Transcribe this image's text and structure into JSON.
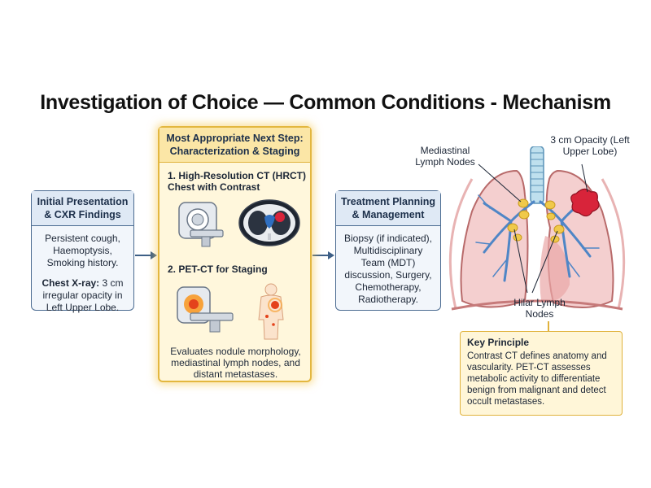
{
  "title": "Investigation of Choice — Common Conditions - Mechanism",
  "initial": {
    "heading": "Initial Presentation & CXR Findings",
    "symptoms": "Persistent cough, Haemoptysis, Smoking history.",
    "xray_label": "Chest X-ray:",
    "xray_text": "3 cm irregular opacity in Left Upper Lobe."
  },
  "next_step": {
    "heading": "Most Appropriate Next Step: Characterization & Staging",
    "step1": "1. High-Resolution CT (HRCT) Chest with Contrast",
    "step2": "2. PET-CT for Staging",
    "evaluates": "Evaluates nodule morphology, mediastinal lymph nodes, and distant metastases."
  },
  "treatment": {
    "heading": "Treatment Planning & Management",
    "text": "Biopsy (if indicated), Multidisciplinary Team (MDT) discussion, Surgery, Chemotherapy, Radiotherapy."
  },
  "lung_labels": {
    "mediastinal": "Mediastinal Lymph Nodes",
    "opacity": "3 cm Opacity (Left Upper Lobe)",
    "hilar": "Hilar Lymph Nodes"
  },
  "key_principle": {
    "title": "Key Principle",
    "text": "Contrast CT defines anatomy and vascularity. PET-CT assesses metabolic activity to differentiate benign from malignant and detect occult metastases."
  },
  "colors": {
    "box_border": "#4b6b91",
    "highlight": "#e3b73f",
    "lung": "#f2c9c9",
    "tumor": "#d8243a",
    "node": "#f0c94a",
    "vessel": "#4f86c6"
  }
}
